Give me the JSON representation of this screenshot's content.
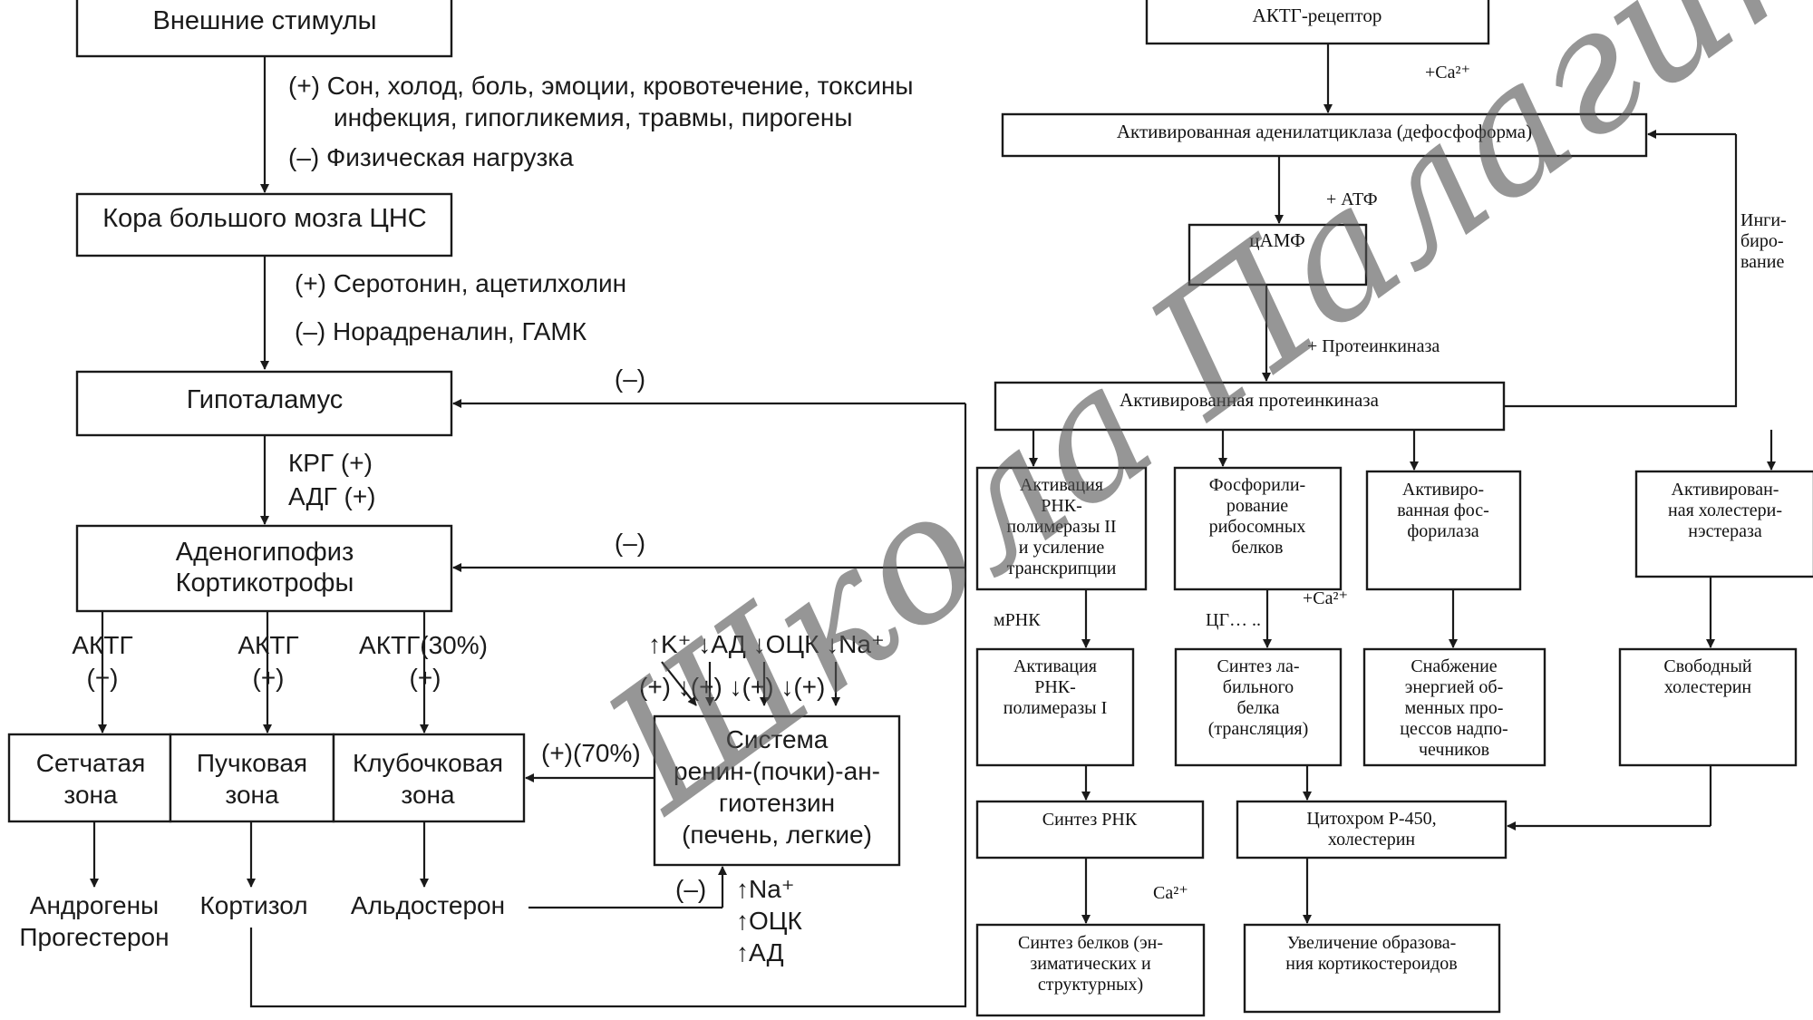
{
  "left": {
    "external_stimuli": "Внешние стимулы",
    "stim_plus_1": "(+) Сон, холод, боль, эмоции, кровотечение, токсины",
    "stim_plus_2": "инфекция, гипогликемия, травмы, пирогены",
    "stim_minus": "(–) Физическая нагрузка",
    "cortex": "Кора большого мозга ЦНС",
    "cortex_plus": "(+) Серотонин, ацетилхолин",
    "cortex_minus": "(–) Норадреналин, ГАМК",
    "hypothalamus": "Гипоталамус",
    "hypothalamus_feedback": "(–)",
    "krg": "КРГ (+)",
    "adg": "АДГ (+)",
    "adeno_1": "Аденогипофиз",
    "adeno_2": "Кортикотрофы",
    "adeno_feedback": "(–)",
    "actg_1": "АКТГ",
    "actg_1_sign": "(+)",
    "actg_2": "АКТГ",
    "actg_2_sign": "(+)",
    "actg_3": "АКТГ(30%)",
    "actg_3_sign": "(+)",
    "zone_reticular_1": "Сетчатая",
    "zone_reticular_2": "зона",
    "zone_fascicular_1": "Пучковая",
    "zone_fascicular_2": "зона",
    "zone_glomerular_1": "Клубочковая",
    "zone_glomerular_2": "зона",
    "ras_label": "(+)(70%)",
    "triggers": "↑K⁺ ↓АД ↓ОЦК ↓Na⁺",
    "trigger_signs": "(+)  ↓(+) ↓(+)  ↓(+)",
    "ras_1": "Система",
    "ras_2": "ренин-(почки)-ан-",
    "ras_3": "гиотензин",
    "ras_4": "(печень, легкие)",
    "out_androgens": "Андрогены",
    "out_progesterone": "Прогестерон",
    "out_cortisol": "Кортизол",
    "out_aldosterone": "Альдостерон",
    "aldo_minus": "(–)",
    "aldo_effect_1": "↑Na⁺",
    "aldo_effect_2": "↑ОЦК",
    "aldo_effect_3": "↑АД"
  },
  "right": {
    "receptor": "АКТГ-рецептор",
    "ca_top": "+Ca²⁺",
    "adenylate": "Активированная аденилатциклаза (дефосфоформа)",
    "atp": "+ АТФ",
    "camp": "цАМФ",
    "inhibition_1": "Инги-",
    "inhibition_2": "биро-",
    "inhibition_3": "вание",
    "protein_kinase_plus": "+ Протеинкиназа",
    "protein_kinase": "Активированная протеинкиназа",
    "b1_1": "Активация",
    "b1_2": "РНК-",
    "b1_3": "полимеразы II",
    "b1_4": "и усиление",
    "b1_5": "транскрипции",
    "b2_1": "Фосфорили-",
    "b2_2": "рование",
    "b2_3": "рибосомных",
    "b2_4": "белков",
    "b3_1": "Активиро-",
    "b3_2": "ванная фос-",
    "b3_3": "форилаза",
    "b4_1": "Активирован-",
    "b4_2": "ная холестери-",
    "b4_3": "нэстераза",
    "mrna": "мРНК",
    "cg": "ЦГ… ..",
    "ca_mid": "+Ca²⁺",
    "c1_1": "Активация",
    "c1_2": "РНК-",
    "c1_3": "полимеразы I",
    "c2_1": "Синтез ла-",
    "c2_2": "бильного",
    "c2_3": "белка",
    "c2_4": "(трансляция)",
    "c3_1": "Снабжение",
    "c3_2": "энергией об-",
    "c3_3": "менных про-",
    "c3_4": "цессов надпо-",
    "c3_5": "чечников",
    "c4_1": "Свободный",
    "c4_2": "холестерин",
    "rna_synth": "Синтез РНК",
    "cyt_1": "Цитохром Р-450,",
    "cyt_2": "холестерин",
    "ca_low": "Ca²⁺",
    "prot_1": "Синтез белков (эн-",
    "prot_2": "зиматических и",
    "prot_3": "структурных)",
    "cortico_1": "Увеличение образова-",
    "cortico_2": "ния кортикостероидов"
  },
  "watermark": "Школа Палагина"
}
